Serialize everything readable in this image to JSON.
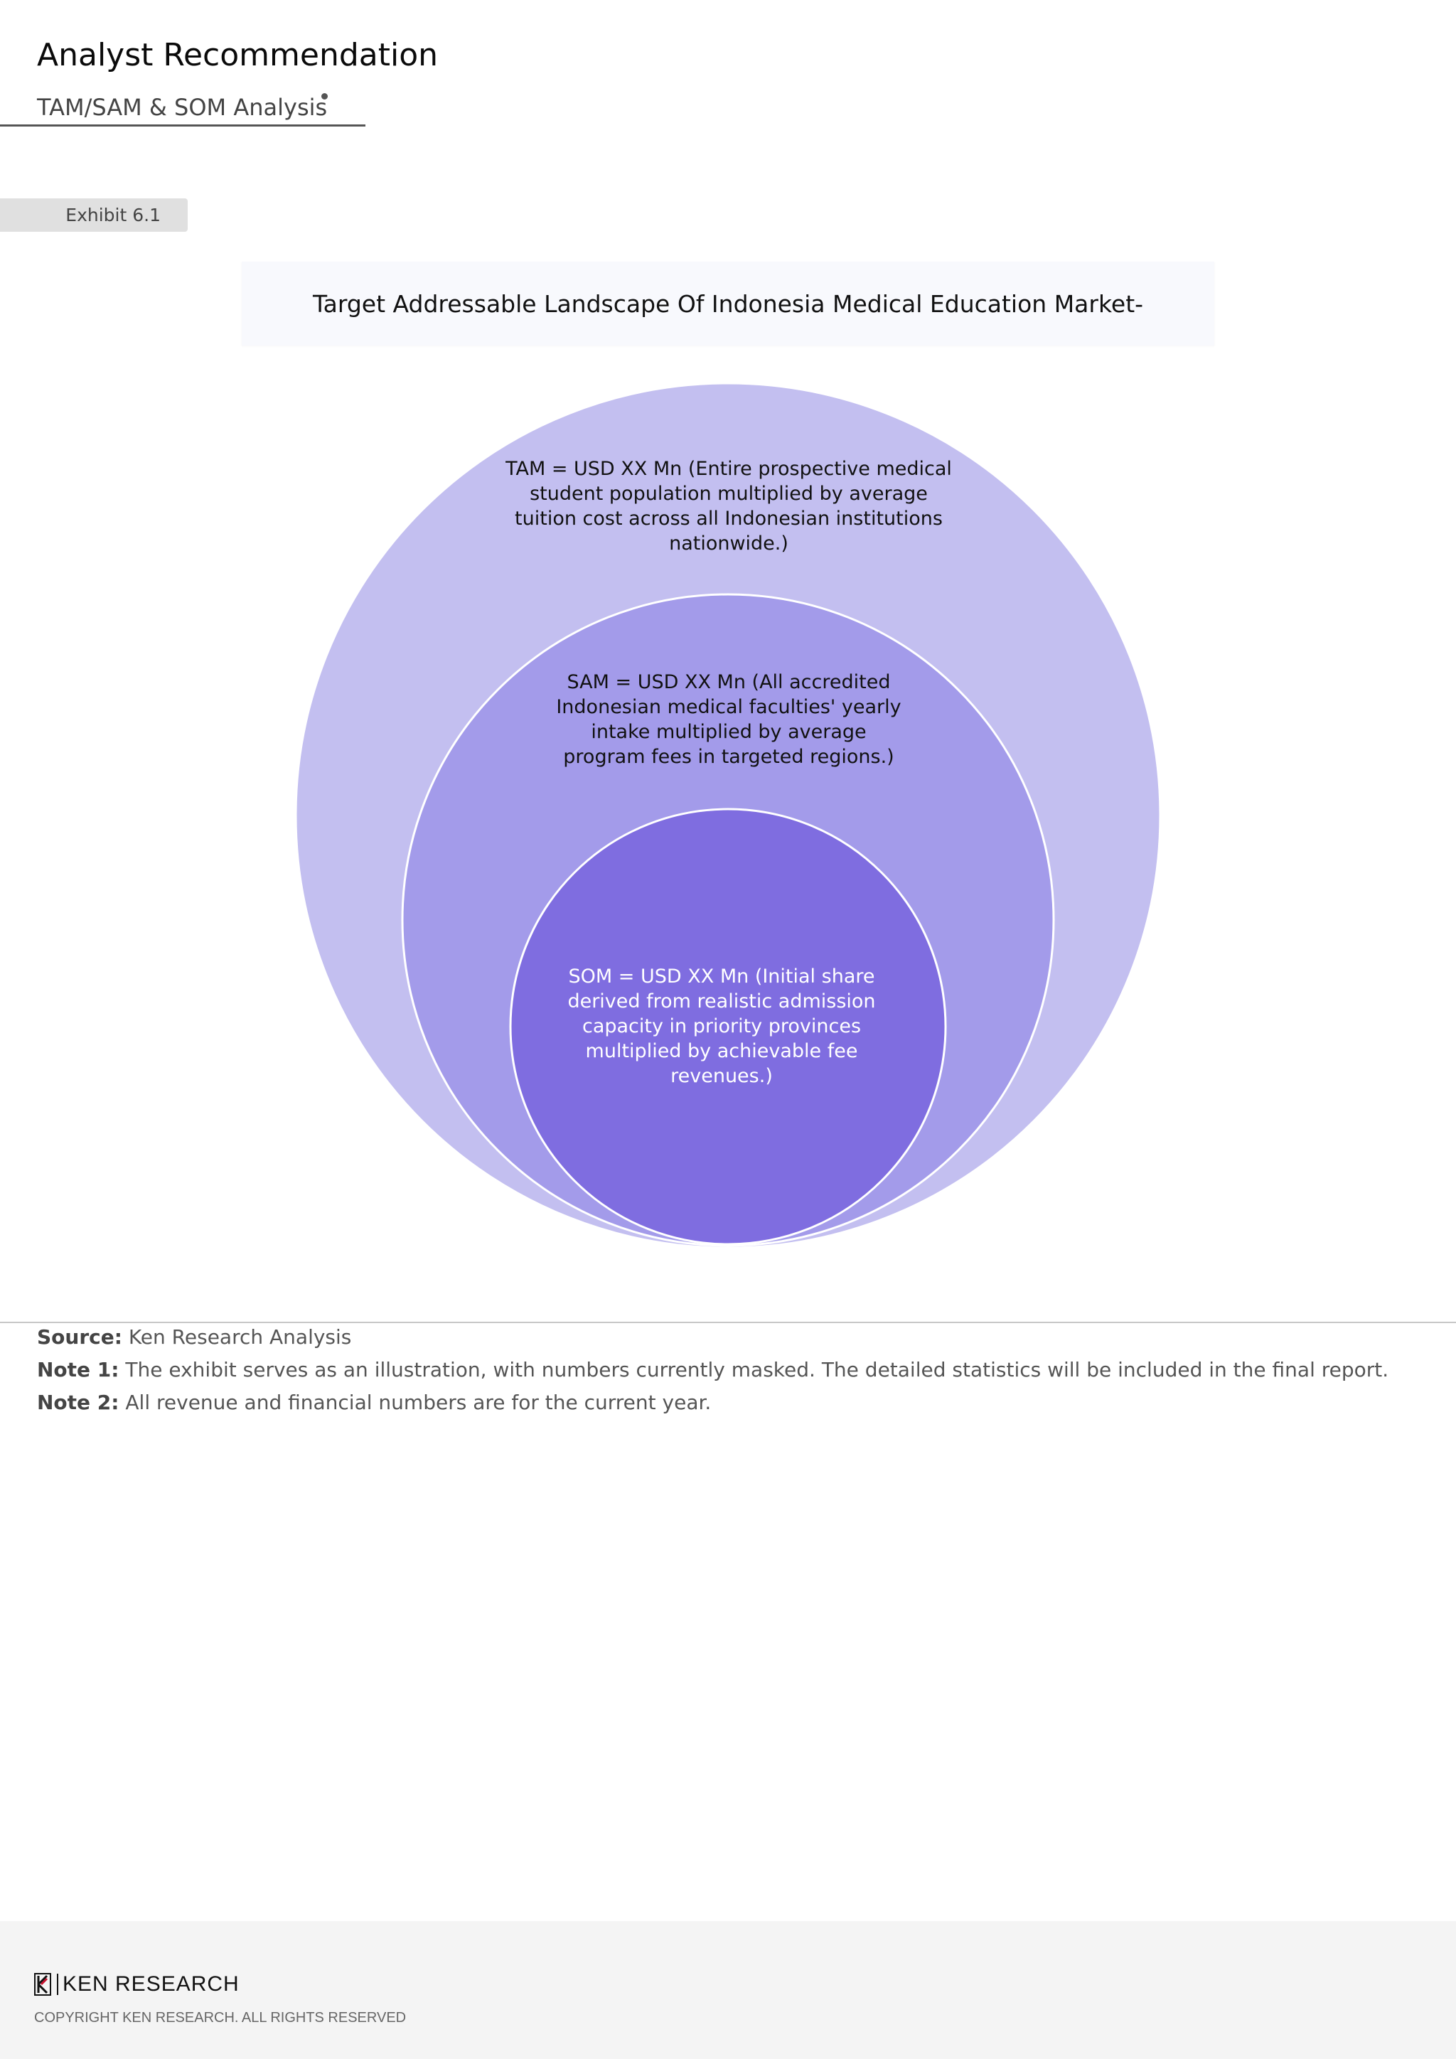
{
  "header": {
    "title": "Analyst Recommendation",
    "subtitle": "TAM/SAM & SOM Analysis"
  },
  "exhibit": {
    "label": "Exhibit 6.1",
    "title": "Target Addressable Landscape Of Indonesia Medical Education Market-"
  },
  "diagram": {
    "tam": {
      "text": "TAM = USD XX Mn (Entire prospective medical student population multiplied by average tuition cost across all Indonesian institutions nationwide.)",
      "color": "#c3bff0"
    },
    "sam": {
      "text": "SAM = USD XX Mn (All accredited Indonesian medical faculties' yearly intake multiplied by average program fees in targeted regions.)",
      "color": "#a39bea"
    },
    "som": {
      "text": "SOM = USD XX Mn (Initial share derived from realistic admission capacity in priority provinces multiplied by achievable fee revenues.)",
      "color": "#7f6de0"
    }
  },
  "notes": {
    "source_label": "Source:",
    "source_text": "Ken Research Analysis",
    "note1_label": "Note 1:",
    "note1_text": "The exhibit serves as an illustration, with numbers currently masked. The detailed statistics will be included in the final report.",
    "note2_label": "Note 2:",
    "note2_text": "All revenue and financial numbers are for the current year."
  },
  "footer": {
    "brand": "KEN RESEARCH",
    "copyright": "COPYRIGHT KEN RESEARCH. ALL RIGHTS RESERVED"
  }
}
